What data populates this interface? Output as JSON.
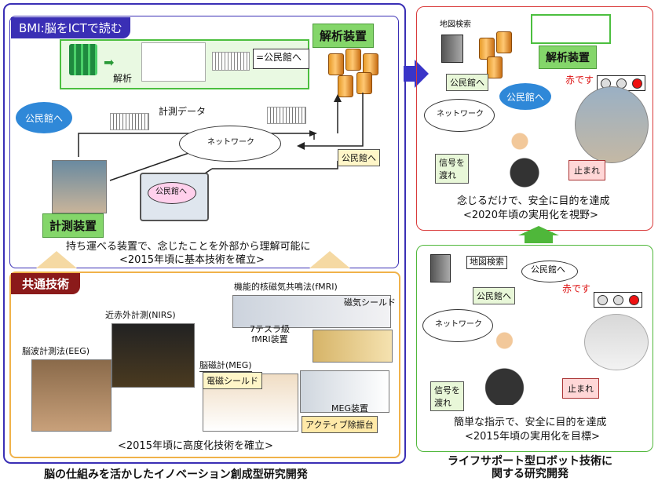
{
  "bmi": {
    "title": "BMI:脳をICTで読む",
    "analysis_device": "解析装置",
    "analysis_label": "解析",
    "result": "=公民館へ",
    "measured_data": "計測データ",
    "network": "ネットワーク",
    "to_kominkan": "公民館へ",
    "measuring_device": "計測装置",
    "caption1": "持ち運べる装置で、念じたことを外部から理解可能に",
    "caption2": "<2015年頃に基本技術を確立>"
  },
  "common": {
    "title": "共通技術",
    "eeg": "脳波計測法(EEG)",
    "nirs": "近赤外計測(NIRS)",
    "fmri": "機能的核磁気共鳴法(fMRI)",
    "magnetic_shield": "磁気シールド",
    "fmri_device": "7テスラ級\nfMRI装置",
    "meg": "脳磁計(MEG)",
    "em_shield": "電磁シールド",
    "meg_device": "MEG装置",
    "active_isolation": "アクティブ除振台",
    "caption": "<2015年頃に高度化技術を確立>"
  },
  "future": {
    "map_search": "地図検索",
    "analysis_device": "解析装置",
    "to_kominkan": "公民館へ",
    "network": "ネットワーク",
    "signal": "信号を\n渡れ",
    "red_light": "赤です",
    "stop": "止まれ",
    "caption1": "念じるだけで、安全に目的を達成",
    "caption2": "<2020年頃の実用化を視野>"
  },
  "lifesupport": {
    "map_search": "地図検索",
    "to_kominkan": "公民館へ",
    "network": "ネットワーク",
    "red_light": "赤です",
    "signal": "信号を\n渡れ",
    "stop": "止まれ",
    "caption1": "簡単な指示で、安全に目的を達成",
    "caption2": "<2015年頃の実用化を目標>"
  },
  "footer": {
    "left": "脳の仕組みを活かしたイノベーション創成型研究開発",
    "right": "ライフサポート型ロボット技術に\n関する研究開発"
  },
  "colors": {
    "blue_frame": "#3a2fb5",
    "red_frame": "#d93a3a",
    "green_frame": "#4fb73a",
    "orange_frame": "#f0b24a"
  }
}
